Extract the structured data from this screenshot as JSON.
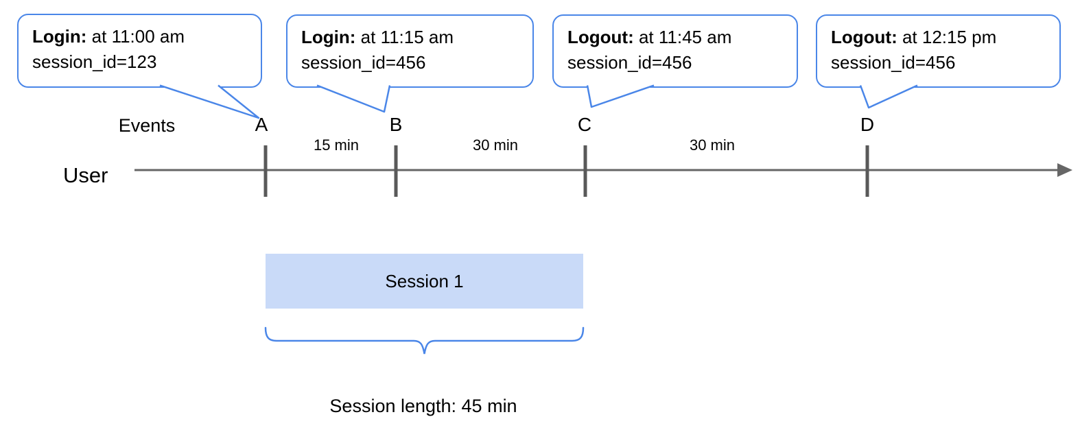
{
  "diagram": {
    "events_label": "Events",
    "user_label": "User",
    "callouts": [
      {
        "point": "A",
        "event": "Login:",
        "time": "at 11:00 am",
        "session": "session_id=123"
      },
      {
        "point": "B",
        "event": "Login:",
        "time": "at 11:15 am",
        "session": "session_id=456"
      },
      {
        "point": "C",
        "event": "Logout:",
        "time": "at 11:45 am",
        "session": "session_id=456"
      },
      {
        "point": "D",
        "event": "Logout:",
        "time": "at 12:15 pm",
        "session": "session_id=456"
      }
    ],
    "timeline": {
      "points": [
        "A",
        "B",
        "C",
        "D"
      ],
      "intervals": [
        "15 min",
        "30 min",
        "30 min"
      ]
    },
    "session_box_label": "Session 1",
    "session_length_label": "Session length: 45 min",
    "colors": {
      "accent_blue": "#4a86e8",
      "session_fill": "#c9daf8",
      "line_gray": "#666666",
      "tick_gray": "#595959",
      "text_black": "#000000"
    }
  }
}
